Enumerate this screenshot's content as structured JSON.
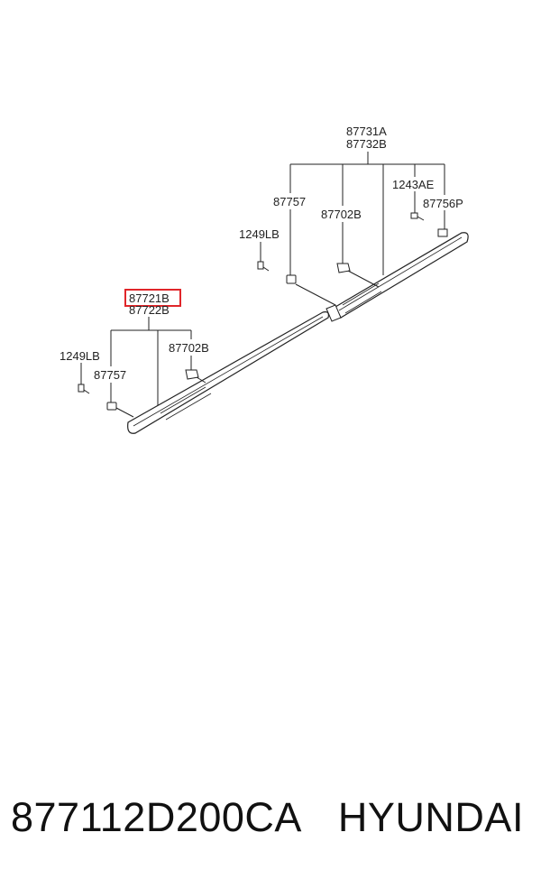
{
  "labels": {
    "upper_a": "87731A",
    "upper_b": "87732B",
    "upper_clip": "87757",
    "upper_bolt": "1249LB",
    "upper_nut": "87702B",
    "upper_screw": "1243AE",
    "upper_cap": "87756P",
    "lower_a": "87721B",
    "lower_b": "87722B",
    "lower_bolt": "1249LB",
    "lower_nut": "87702B",
    "lower_clip": "87757"
  },
  "highlight_color": "#e0262a",
  "footer": {
    "part_number": "877112D200CA",
    "brand": "HYUNDAI"
  }
}
